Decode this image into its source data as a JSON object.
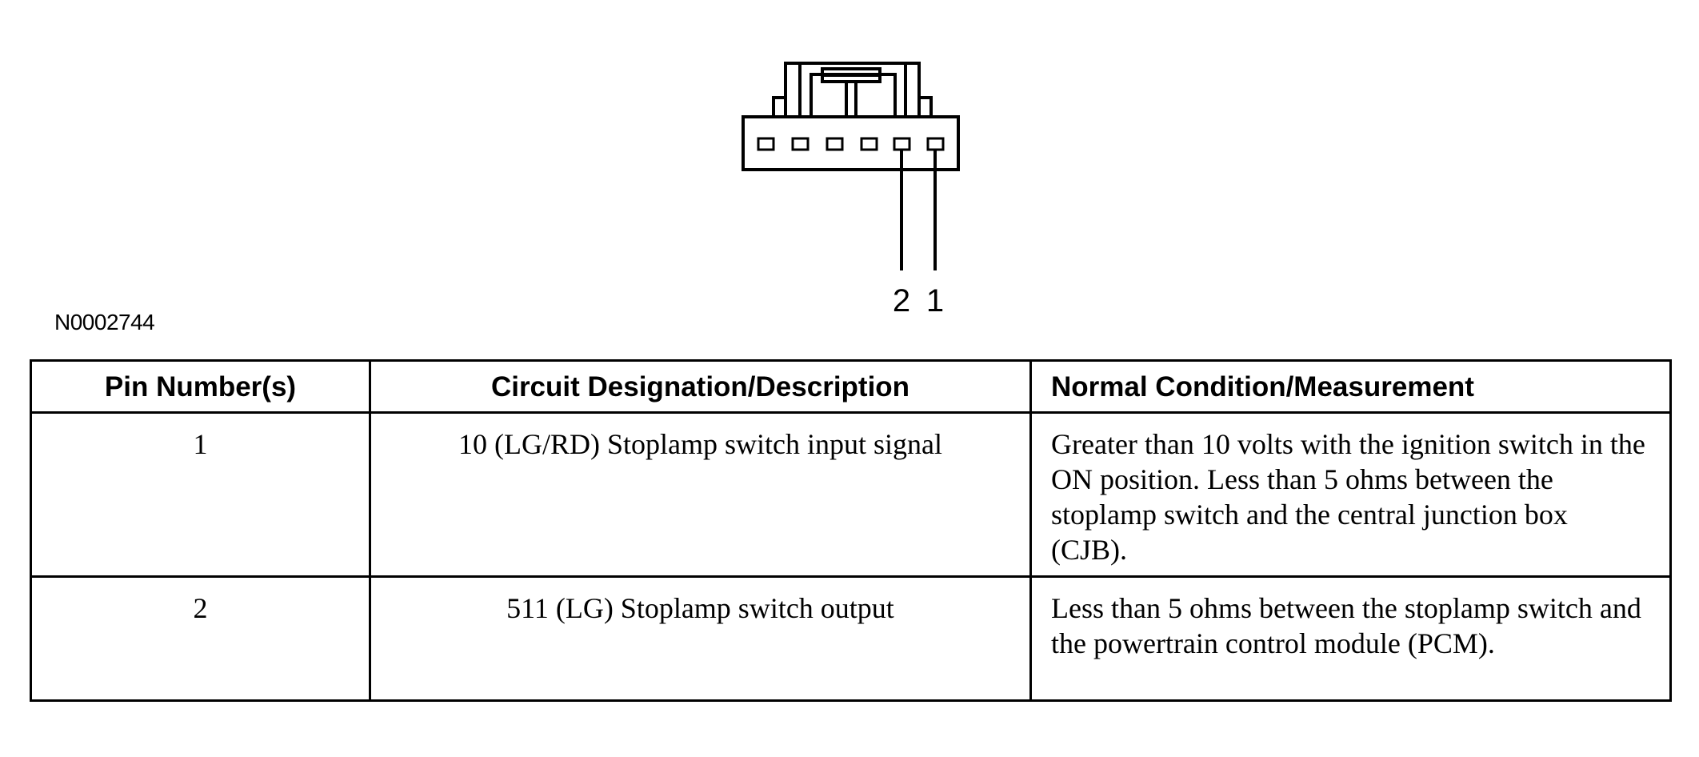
{
  "figure": {
    "id": "N0002744",
    "pin_callouts": [
      "2",
      "1"
    ]
  },
  "table": {
    "headers": [
      "Pin Number(s)",
      "Circuit Designation/Description",
      "Normal Condition/Measurement"
    ],
    "rows": [
      {
        "pin": "1",
        "circuit": "10 (LG/RD) Stoplamp switch input signal",
        "condition": "Greater than 10 volts with the ignition switch in the ON position. Less than 5 ohms between the stoplamp switch and the central junction box (CJB)."
      },
      {
        "pin": "2",
        "circuit": "511 (LG) Stoplamp switch output",
        "condition": "Less than 5 ohms between the stoplamp switch and the powertrain control module (PCM)."
      }
    ]
  }
}
